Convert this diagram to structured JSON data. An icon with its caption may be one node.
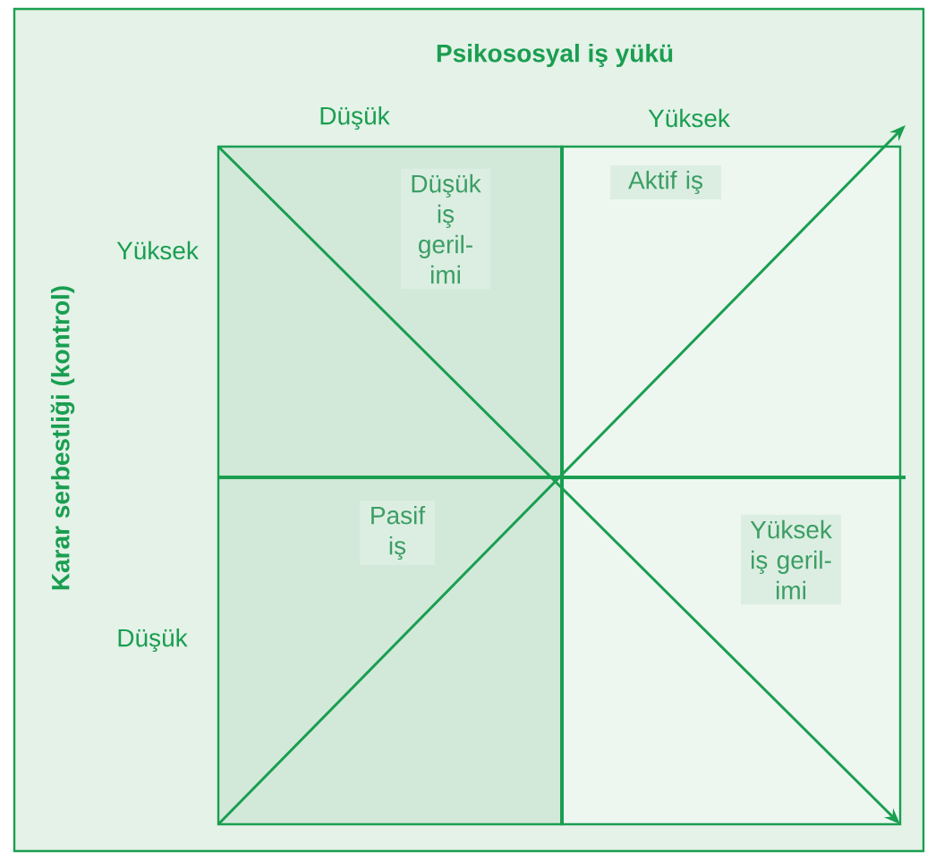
{
  "diagram": {
    "nodes": [
      {
        "text": [
          "Düşük iş geril- imi"
        ]
      },
      {
        "text": [
          "Aktif iş"
        ]
      },
      {
        "text": [
          "Pasif iş"
        ]
      },
      {
        "text": [
          "Yüksek iş geril- imi"
        ]
      }
    ],
    "labels": [
      "Psikososyal iş yükü",
      "Düşük",
      "Yüksek",
      "Karar serbestliği (kontrol)",
      "Yüksek",
      "Düşük"
    ]
  }
}
